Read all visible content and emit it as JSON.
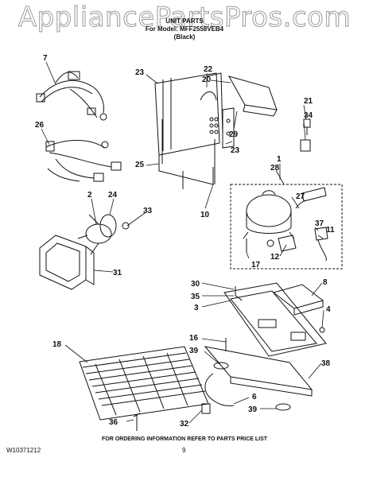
{
  "watermark": "AppliancePartsPros.com",
  "header": {
    "title": "UNIT PARTS",
    "model_line": "For Model: MFF2558VEB4",
    "color_line": "(Black)"
  },
  "callouts": {
    "c7": "7",
    "c26": "26",
    "c2": "2",
    "c24": "24",
    "c33": "33",
    "c31": "31",
    "c23a": "23",
    "c22": "22",
    "c20": "20",
    "c29": "29",
    "c23b": "23",
    "c25": "25",
    "c10": "10",
    "c21": "21",
    "c34": "34",
    "c1": "1",
    "c28": "28",
    "c27": "27",
    "c37": "37",
    "c11": "11",
    "c17": "17",
    "c12": "12",
    "c30": "30",
    "c35": "35",
    "c3": "3",
    "c8": "8",
    "c4": "4",
    "c16": "16",
    "c39a": "39",
    "c18": "18",
    "c38": "38",
    "c6": "6",
    "c36": "36",
    "c32": "32",
    "c39b": "39"
  },
  "footer": {
    "ordering_note": "FOR ORDERING INFORMATION REFER TO PARTS PRICE LIST",
    "doc_number": "W10371212",
    "page_number": "9"
  }
}
